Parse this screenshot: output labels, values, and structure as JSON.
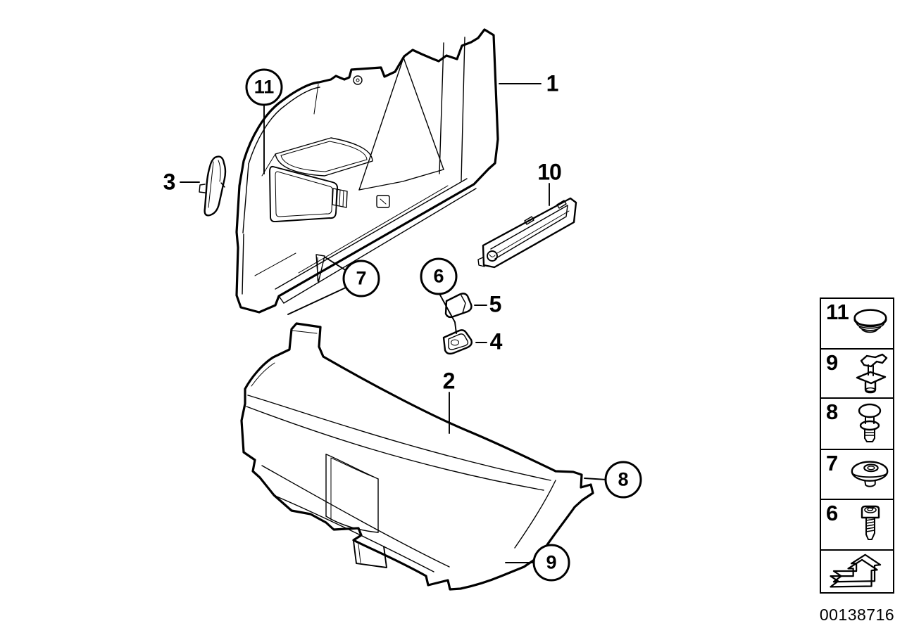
{
  "callouts": {
    "c1": {
      "label": "1"
    },
    "c2": {
      "label": "2"
    },
    "c3": {
      "label": "3"
    },
    "c4": {
      "label": "4"
    },
    "c5": {
      "label": "5"
    },
    "c6": {
      "label": "6"
    },
    "c7": {
      "label": "7"
    },
    "c8": {
      "label": "8"
    },
    "c9": {
      "label": "9"
    },
    "c10": {
      "label": "10"
    },
    "c11": {
      "label": "11"
    }
  },
  "legend": {
    "items": [
      {
        "label": "11",
        "icon": "trim-plug-icon"
      },
      {
        "label": "9",
        "icon": "expanding-clip-icon"
      },
      {
        "label": "8",
        "icon": "expansion-rivet-icon"
      },
      {
        "label": "7",
        "icon": "cone-washer-icon"
      },
      {
        "label": "6",
        "icon": "socket-screw-icon"
      }
    ],
    "arrow_icon": "direction-arrow-icon",
    "part_number": "00138716"
  }
}
